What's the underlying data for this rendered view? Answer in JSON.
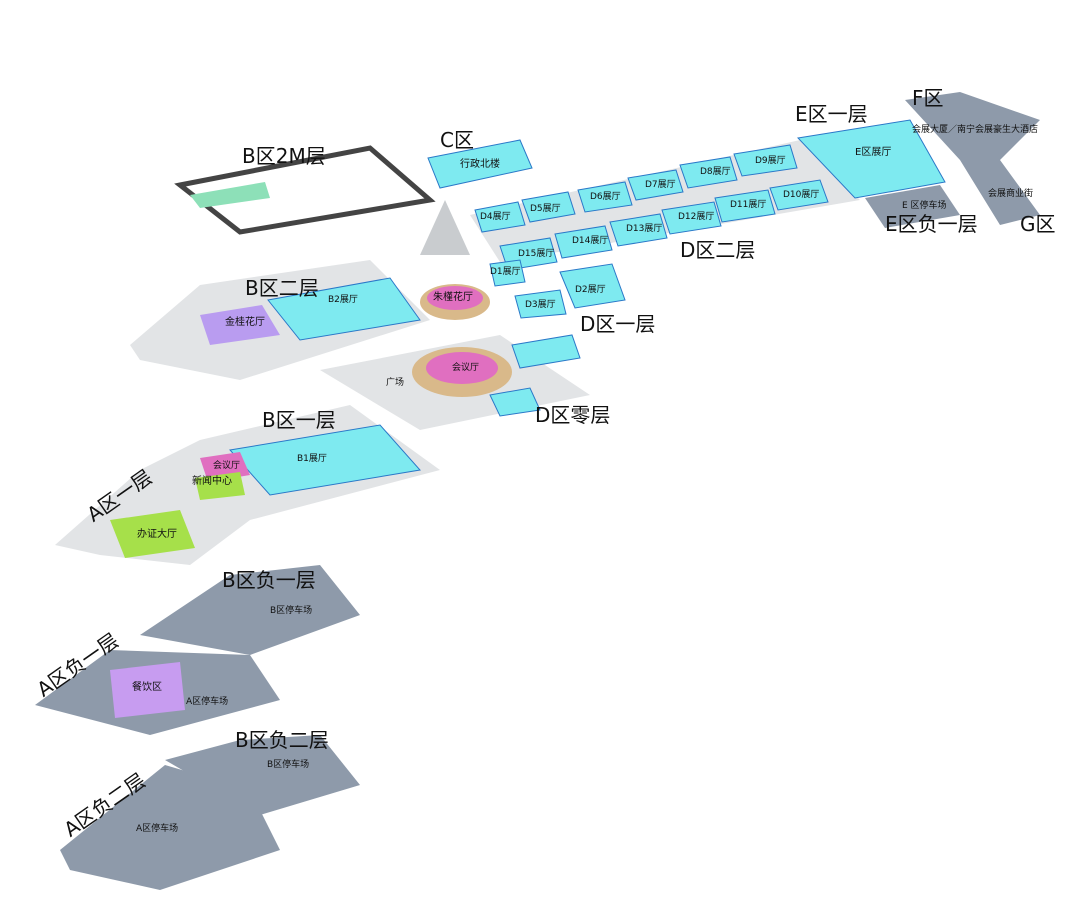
{
  "zones": {
    "b_2m": "B区2M层",
    "c": "C区",
    "e_1": "E区一层",
    "f": "F区",
    "g": "G区",
    "e_b1": "E区负一层",
    "d_2": "D区二层",
    "d_1": "D区一层",
    "d_0": "D区零层",
    "b_2": "B区二层",
    "b_1": "B区一层",
    "a_1": "A区一层",
    "b_b1": "B区负一层",
    "a_b1": "A区负一层",
    "b_b2": "B区负二层",
    "a_b2": "A区负二层"
  },
  "places": {
    "admin_north": "行政北楼",
    "e_hall": "E区展厅",
    "e_parking": "E 区停车场",
    "hotel": "会展大厦／南宁会展豪生大酒店",
    "street": "会展商业街",
    "d_halls": [
      "D4展厅",
      "D5展厅",
      "D6展厅",
      "D7展厅",
      "D8展厅",
      "D9展厅",
      "D10展厅",
      "D11展厅",
      "D12展厅",
      "D13展厅",
      "D14展厅",
      "D15展厅",
      "D1展厅",
      "D2展厅",
      "D3展厅"
    ],
    "zhujin": "朱槿花厅",
    "meeting_d": "会议厅",
    "plaza": "广场",
    "b2_hall": "B2展厅",
    "jingui": "金桂花厅",
    "b1_hall": "B1展厅",
    "meeting_b": "会议厅",
    "news": "新闻中心",
    "permit": "办证大厅",
    "b_parking_b1": "B区停车场",
    "dining": "餐饮区",
    "a_parking_b1": "A区停车场",
    "b_parking_b2": "B区停车场",
    "a_parking_b2": "A区停车场"
  },
  "colors": {
    "hall": "#7eeaf0",
    "pink": "#e06fc0",
    "purple": "#b99cf0",
    "green": "#a6e04a",
    "gray": "#8e9aaa",
    "floor": "#e2e4e6",
    "tan": "#d9b98a"
  }
}
